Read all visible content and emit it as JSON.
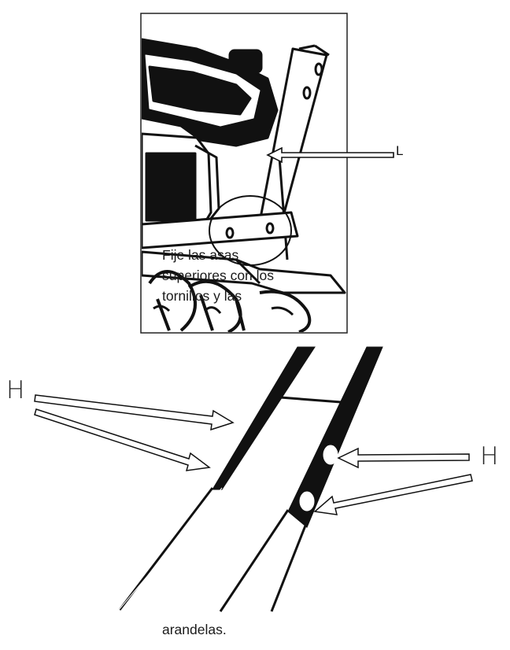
{
  "instruction": {
    "lines": [
      "Fije las asas",
      "superiores  con los",
      "tornillos y las"
    ],
    "continuation": "arandelas."
  },
  "labels": {
    "handle_part": "L",
    "bolt_holes_left": "H",
    "bolt_holes_right": "H"
  },
  "colors": {
    "ink": "#111111",
    "background": "#ffffff"
  }
}
